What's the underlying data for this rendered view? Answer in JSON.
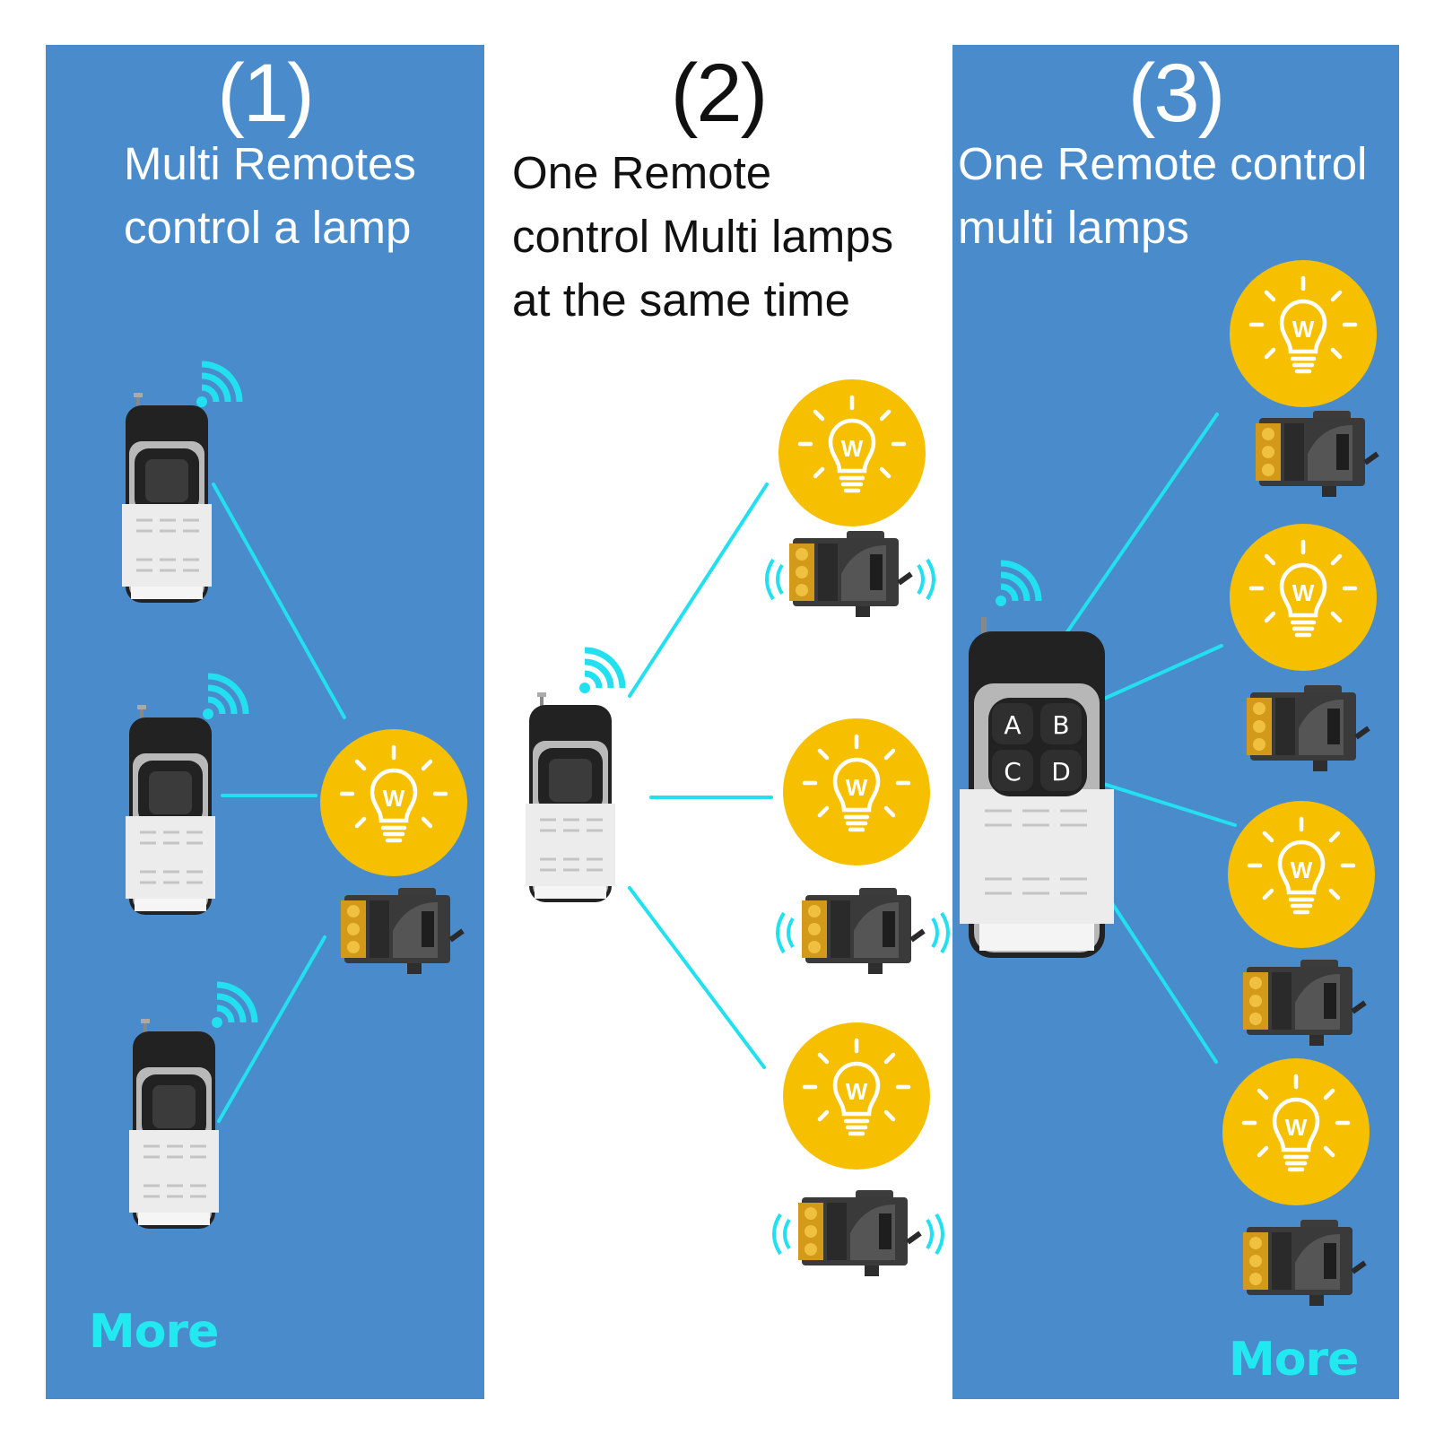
{
  "panels": [
    {
      "number": "(1)",
      "caption_lines": [
        "Multi Remotes",
        "control a lamp"
      ],
      "more": "More"
    },
    {
      "number": "(2)",
      "caption_lines": [
        "One Remote",
        "control Multi lamps",
        "at the same time"
      ]
    },
    {
      "number": "(3)",
      "caption_lines": [
        "One Remote control",
        "multi lamps"
      ],
      "more": "More"
    }
  ],
  "remote_buttons": [
    "A",
    "B",
    "C",
    "D"
  ],
  "bulb_letter": "W",
  "colors": {
    "panel_blue": "#4a8ccb",
    "link_cyan": "#22e0f0",
    "bulb_yellow": "#f6c000",
    "more_cyan": "#22e8f0"
  },
  "icons": [
    "wifi-signal-icon",
    "lightbulb-icon",
    "relay-receiver-icon",
    "remote-control-icon"
  ]
}
